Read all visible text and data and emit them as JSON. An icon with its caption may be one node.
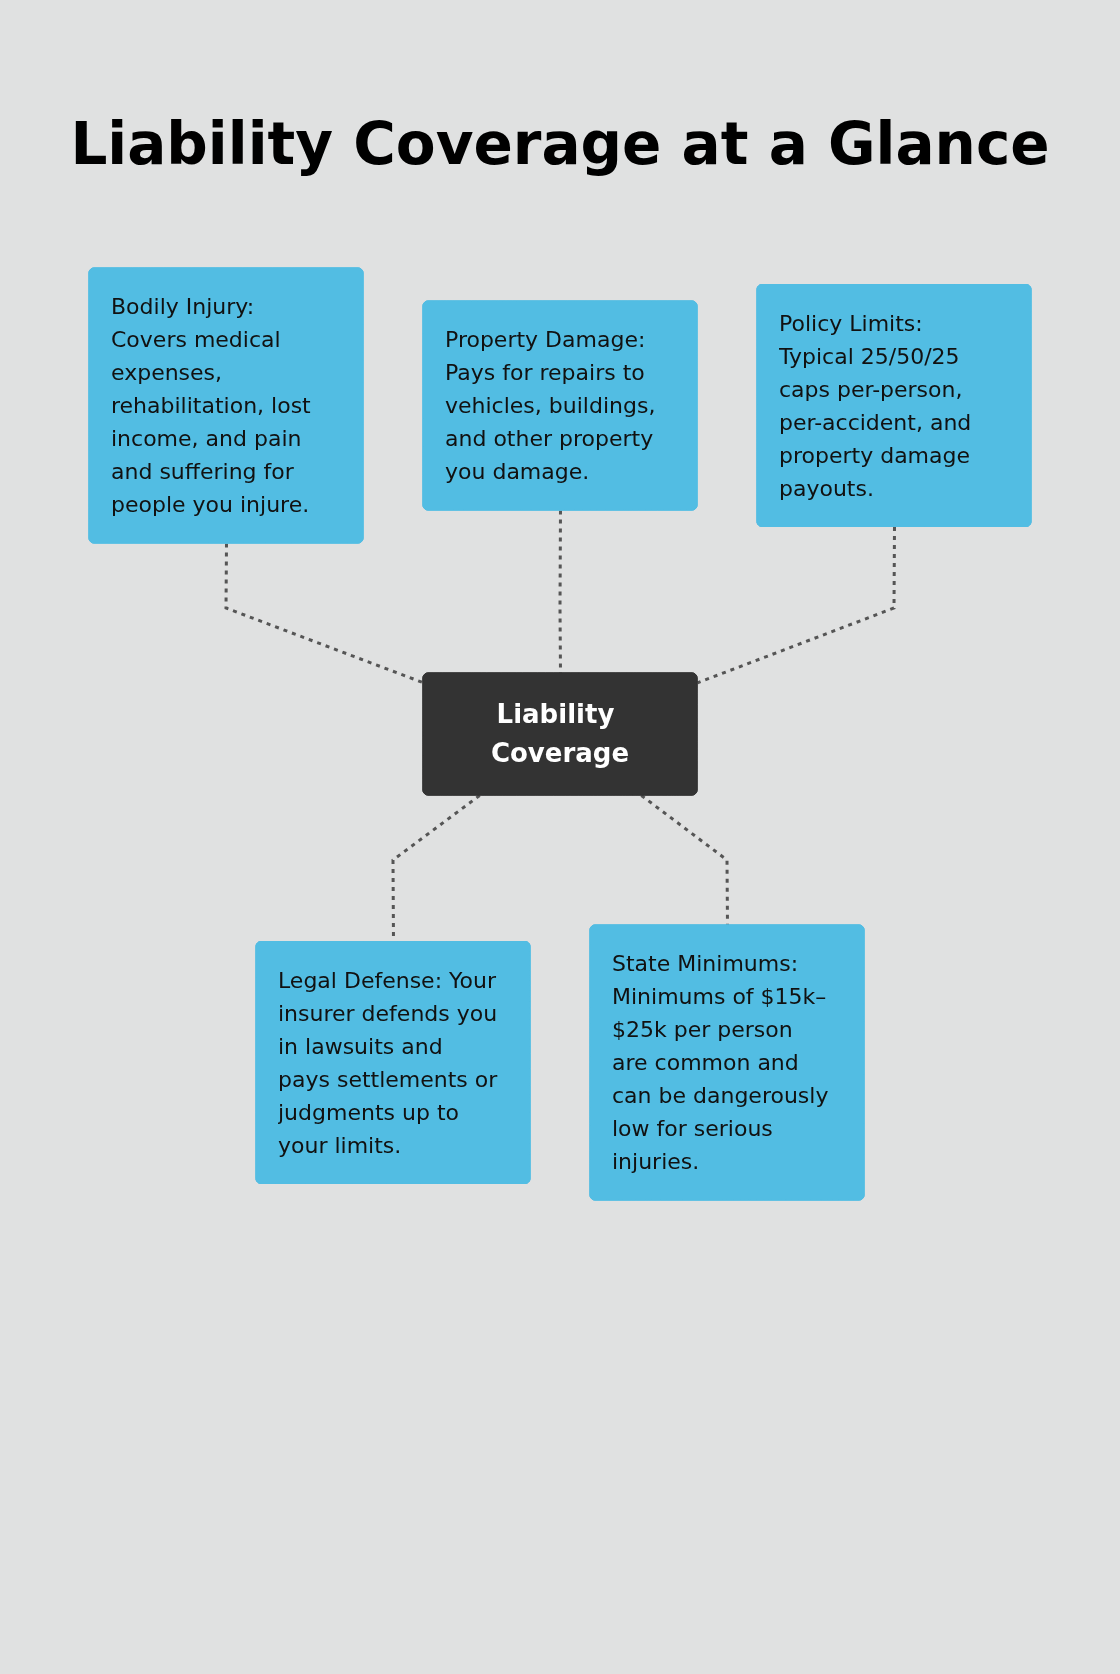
{
  "diagram": {
    "title": "Liability Coverage at a Glance",
    "nodes": [
      {
        "text": [
          "Bodily Injury: Covers medical expenses, rehabilitation, lost income, and pain and suffering for people you injure."
        ]
      },
      {
        "text": [
          "Property Damage: Pays for repairs to vehicles, buildings, and other property you damage."
        ]
      },
      {
        "text": [
          "Policy Limits: Typical 25/50/25 caps per-person, per-accident, and property damage payouts."
        ]
      },
      {
        "text": [
          "Liability Coverage"
        ]
      },
      {
        "text": [
          "Legal Defense: Your insurer defends you in lawsuits and pays settlements or judgments up to your limits."
        ]
      },
      {
        "text": [
          "State Minimums: Minimums of $15k–$25k per person are common and can be dangerously low for serious injuries."
        ]
      }
    ],
    "edges": [
      {
        "from": 0,
        "to": 3,
        "arrow": "none",
        "style": "dashed"
      },
      {
        "from": 1,
        "to": 3,
        "arrow": "none",
        "style": "dashed"
      },
      {
        "from": 2,
        "to": 3,
        "arrow": "none",
        "style": "dashed"
      },
      {
        "from": 3,
        "to": 4,
        "arrow": "none",
        "style": "dashed"
      },
      {
        "from": 3,
        "to": 5,
        "arrow": "none",
        "style": "dashed"
      }
    ]
  }
}
